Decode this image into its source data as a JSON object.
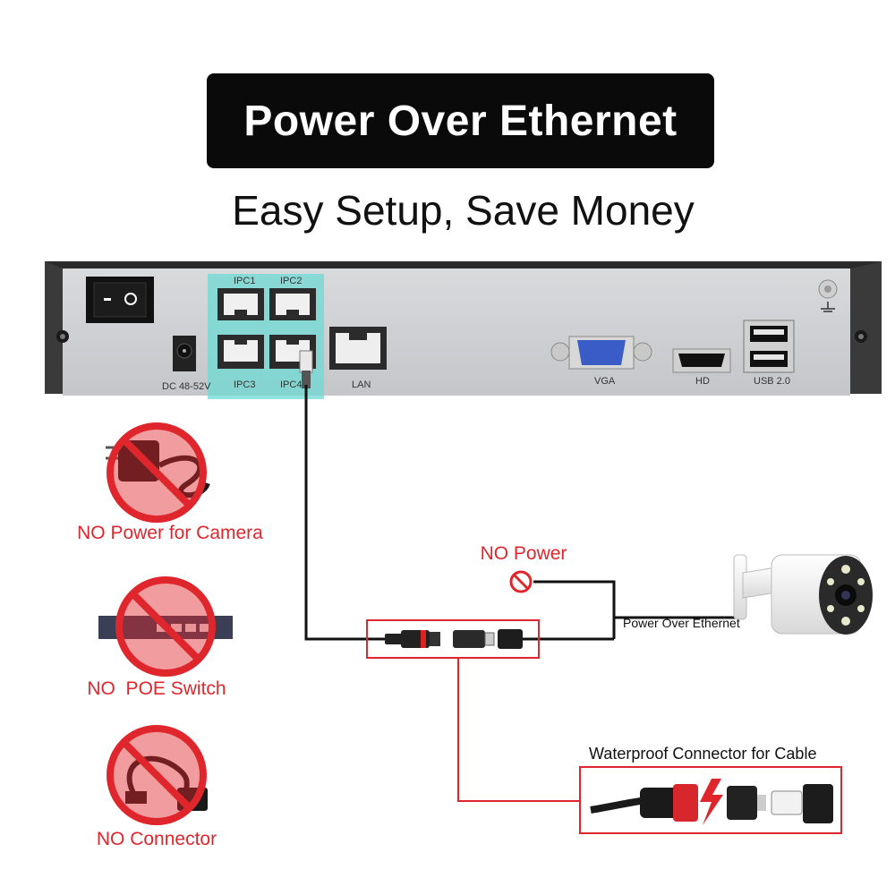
{
  "title": "Power Over Ethernet",
  "subtitle": "Easy Setup, Save Money",
  "nvr": {
    "ports": {
      "ipc1": "IPC1",
      "ipc2": "IPC2",
      "ipc3": "IPC3",
      "ipc4": "IPC4",
      "dc": "DC 48-52V",
      "lan": "LAN",
      "vga": "VGA",
      "hd": "HD",
      "usb": "USB 2.0"
    }
  },
  "no_items": [
    {
      "label": "NO Power for Camera",
      "icon": "power-adapter-icon"
    },
    {
      "label": "NO  POE Switch",
      "icon": "network-switch-icon"
    },
    {
      "label": "NO Connector",
      "icon": "usb-connector-icon"
    }
  ],
  "no_power_label": "NO Power",
  "camera_label": "Power Over Ethernet",
  "waterproof_label": "Waterproof Connector for Cable",
  "colors": {
    "accent_red": "#e0262d",
    "poe_highlight": "#6ed9d4",
    "title_bg": "#0a0a0a"
  }
}
